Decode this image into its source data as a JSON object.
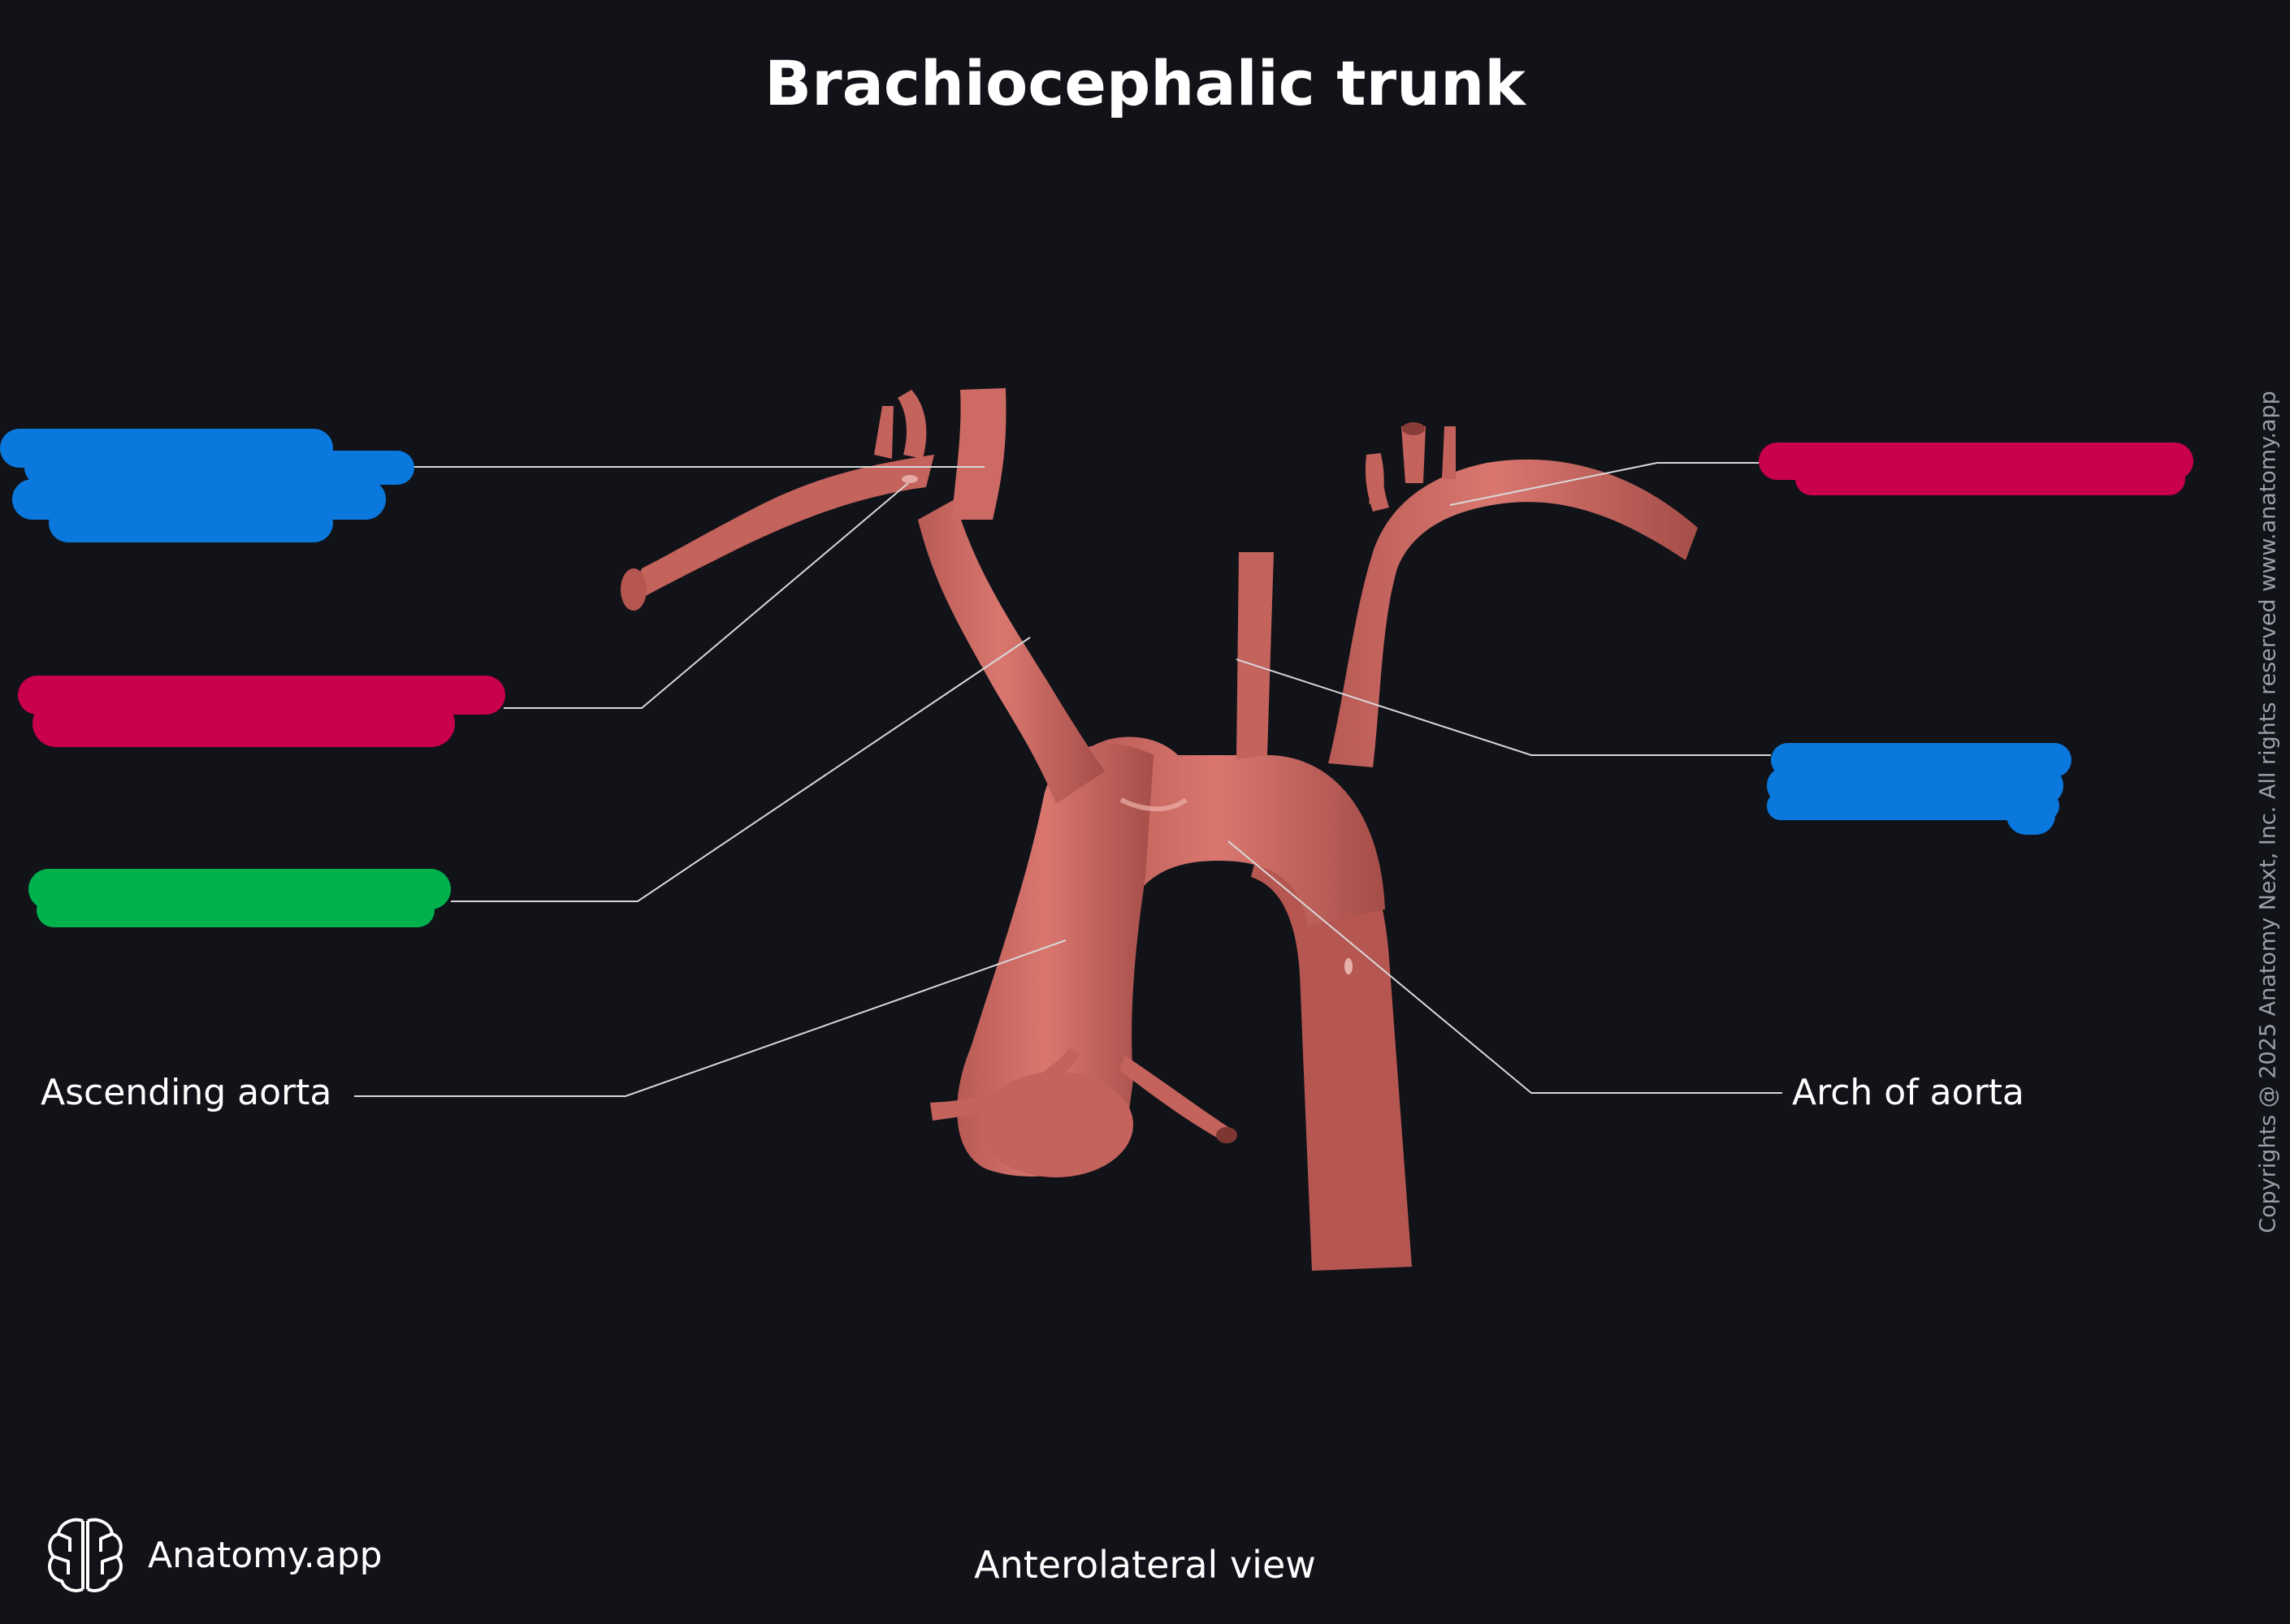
{
  "title": "Brachiocephalic trunk",
  "labels": {
    "ascending_aorta": "Ascending aorta",
    "arch_of_aorta": "Arch of aorta"
  },
  "hidden_labels": [
    {
      "id": "left-top",
      "color": "#0a78dd"
    },
    {
      "id": "left-middle",
      "color": "#c8004e"
    },
    {
      "id": "left-lower",
      "color": "#00b14c"
    },
    {
      "id": "right-top",
      "color": "#c8004e"
    },
    {
      "id": "right-middle",
      "color": "#0a78dd"
    }
  ],
  "view": "Anterolateral view",
  "brand": "Anatomy.app",
  "copyright": "Copyrights @ 2025 Anatomy Next, Inc. All rights reserved www.anatomy.app",
  "colors": {
    "background": "#111318",
    "vessel": "#cd6a63",
    "vessel_shadow": "#9e4a46",
    "leader_line": "#d8d8d8"
  },
  "icons": [
    "brain-logo-icon"
  ]
}
